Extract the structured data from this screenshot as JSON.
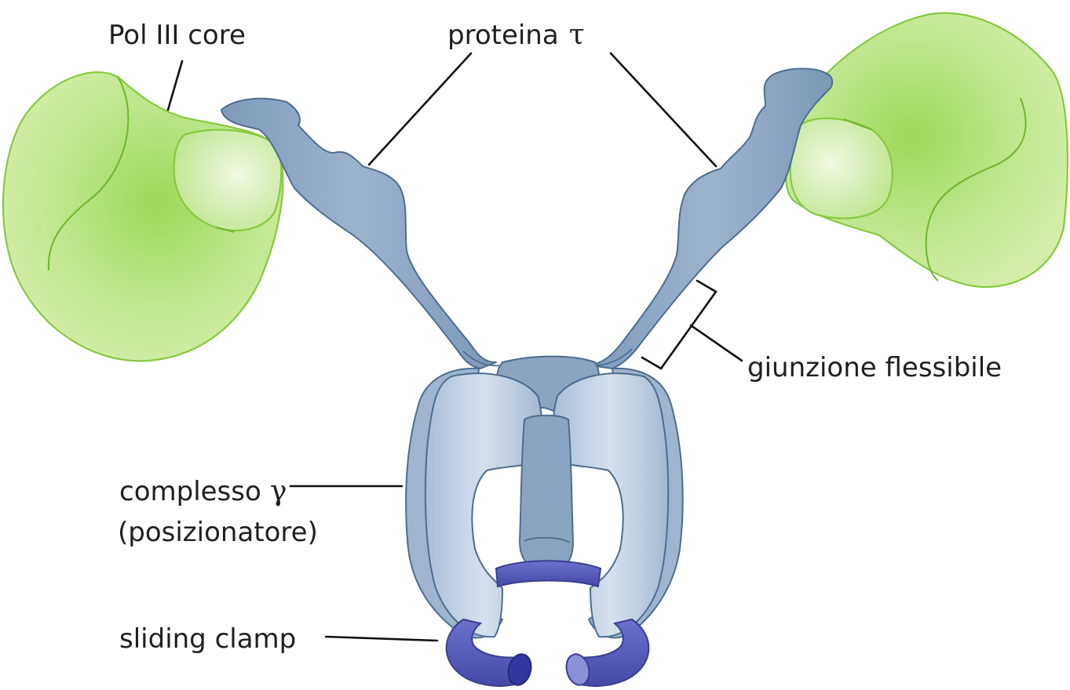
{
  "diagram": {
    "labels": {
      "pol_core": "Pol III core",
      "tau_text": "proteina",
      "tau_symbol": "τ",
      "flexible_joint": "giunzione flessibile",
      "gamma_text": "complesso",
      "gamma_symbol": "γ",
      "clamp_loader": "(posizionatore)",
      "sliding_clamp": "sliding clamp"
    },
    "colors": {
      "pol_core_green": "#a8dd6a",
      "tau_blue": "#8aa4c2",
      "gamma_blue_light": "#c3d1e3",
      "clamp_purple": "#5a5fbd",
      "leader_black": "#111111"
    }
  }
}
